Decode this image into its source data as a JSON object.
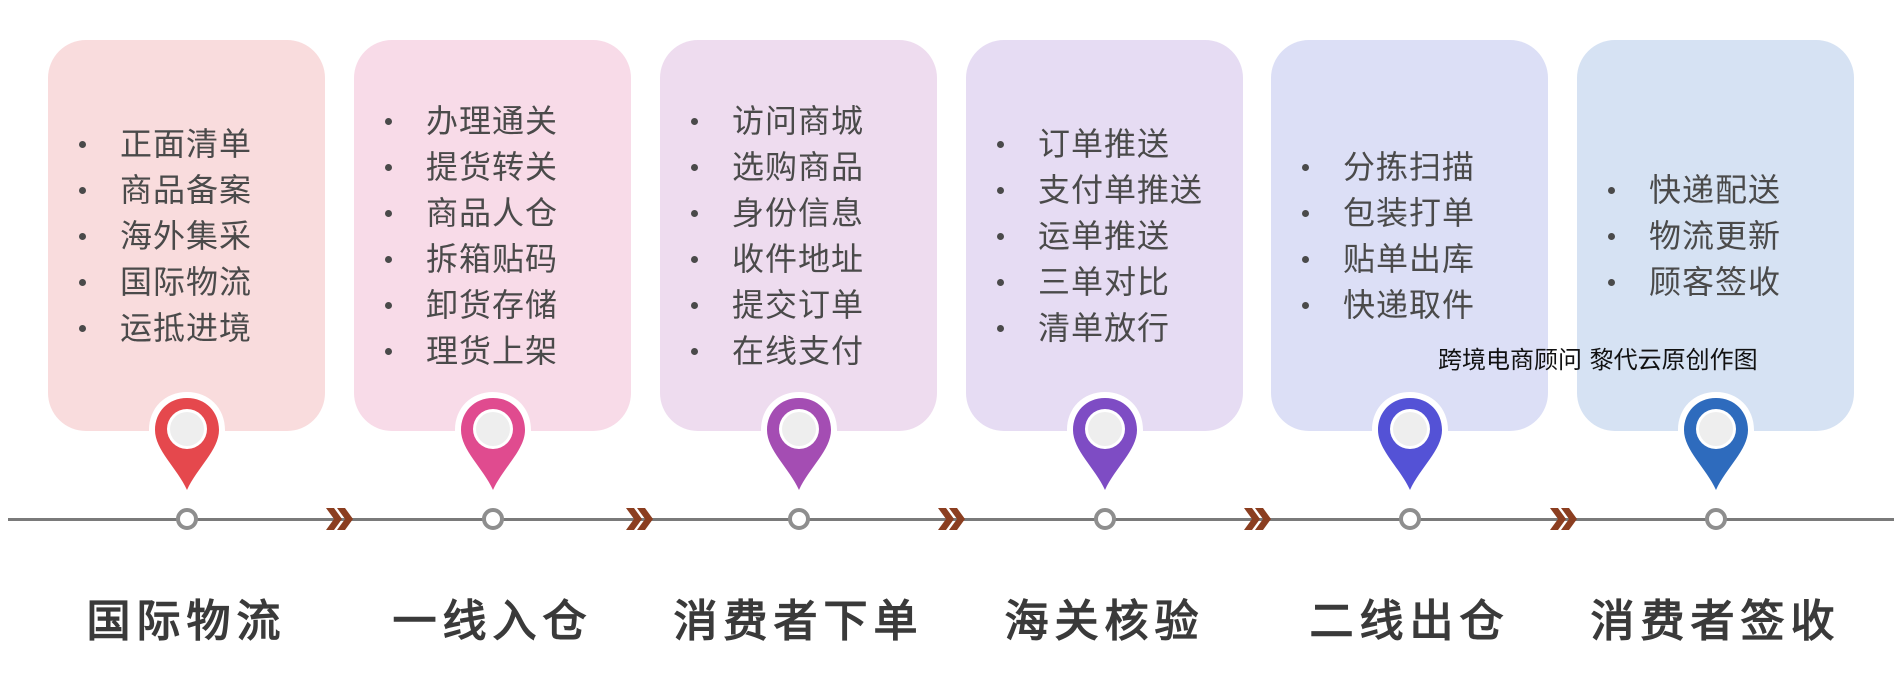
{
  "stages": [
    {
      "title": "国际物流",
      "items": [
        "正面清单",
        "商品备案",
        "海外集采",
        "国际物流",
        "运抵进境"
      ],
      "card_color": "#f9dcdd",
      "pin_color": "#e5484d"
    },
    {
      "title": "一线入仓",
      "items": [
        "办理通关",
        "提货转关",
        "商品人仓",
        "拆箱贴码",
        "卸货存储",
        "理货上架"
      ],
      "card_color": "#f8dbe8",
      "pin_color": "#e04b8f"
    },
    {
      "title": "消费者下单",
      "items": [
        "访问商城",
        "选购商品",
        "身份信息",
        "收件地址",
        "提交订单",
        "在线支付"
      ],
      "card_color": "#eedcef",
      "pin_color": "#a44db3"
    },
    {
      "title": "海关核验",
      "items": [
        "订单推送",
        "支付单推送",
        "运单推送",
        "三单对比",
        "清单放行"
      ],
      "card_color": "#e6dcf3",
      "pin_color": "#7e4cc4"
    },
    {
      "title": "二线出仓",
      "items": [
        "分拣扫描",
        "包装打单",
        "贴单出库",
        "快递取件"
      ],
      "card_color": "#dcdff6",
      "pin_color": "#5452d6"
    },
    {
      "title": "消费者签收",
      "items": [
        "快递配送",
        "物流更新",
        "顾客签收"
      ],
      "card_color": "#d6e2f3",
      "pin_color": "#2e6bbd"
    }
  ],
  "watermark": "跨境电商顾问 黎代云原创作图",
  "colors": {
    "timeline": "#7a7a7a",
    "arrow": "#8b3e20",
    "node": "#8e8e8e",
    "text": "#4a4a4a"
  },
  "icons": {
    "pin": "map-pin-icon",
    "arrow": "double-chevron-right-icon"
  }
}
